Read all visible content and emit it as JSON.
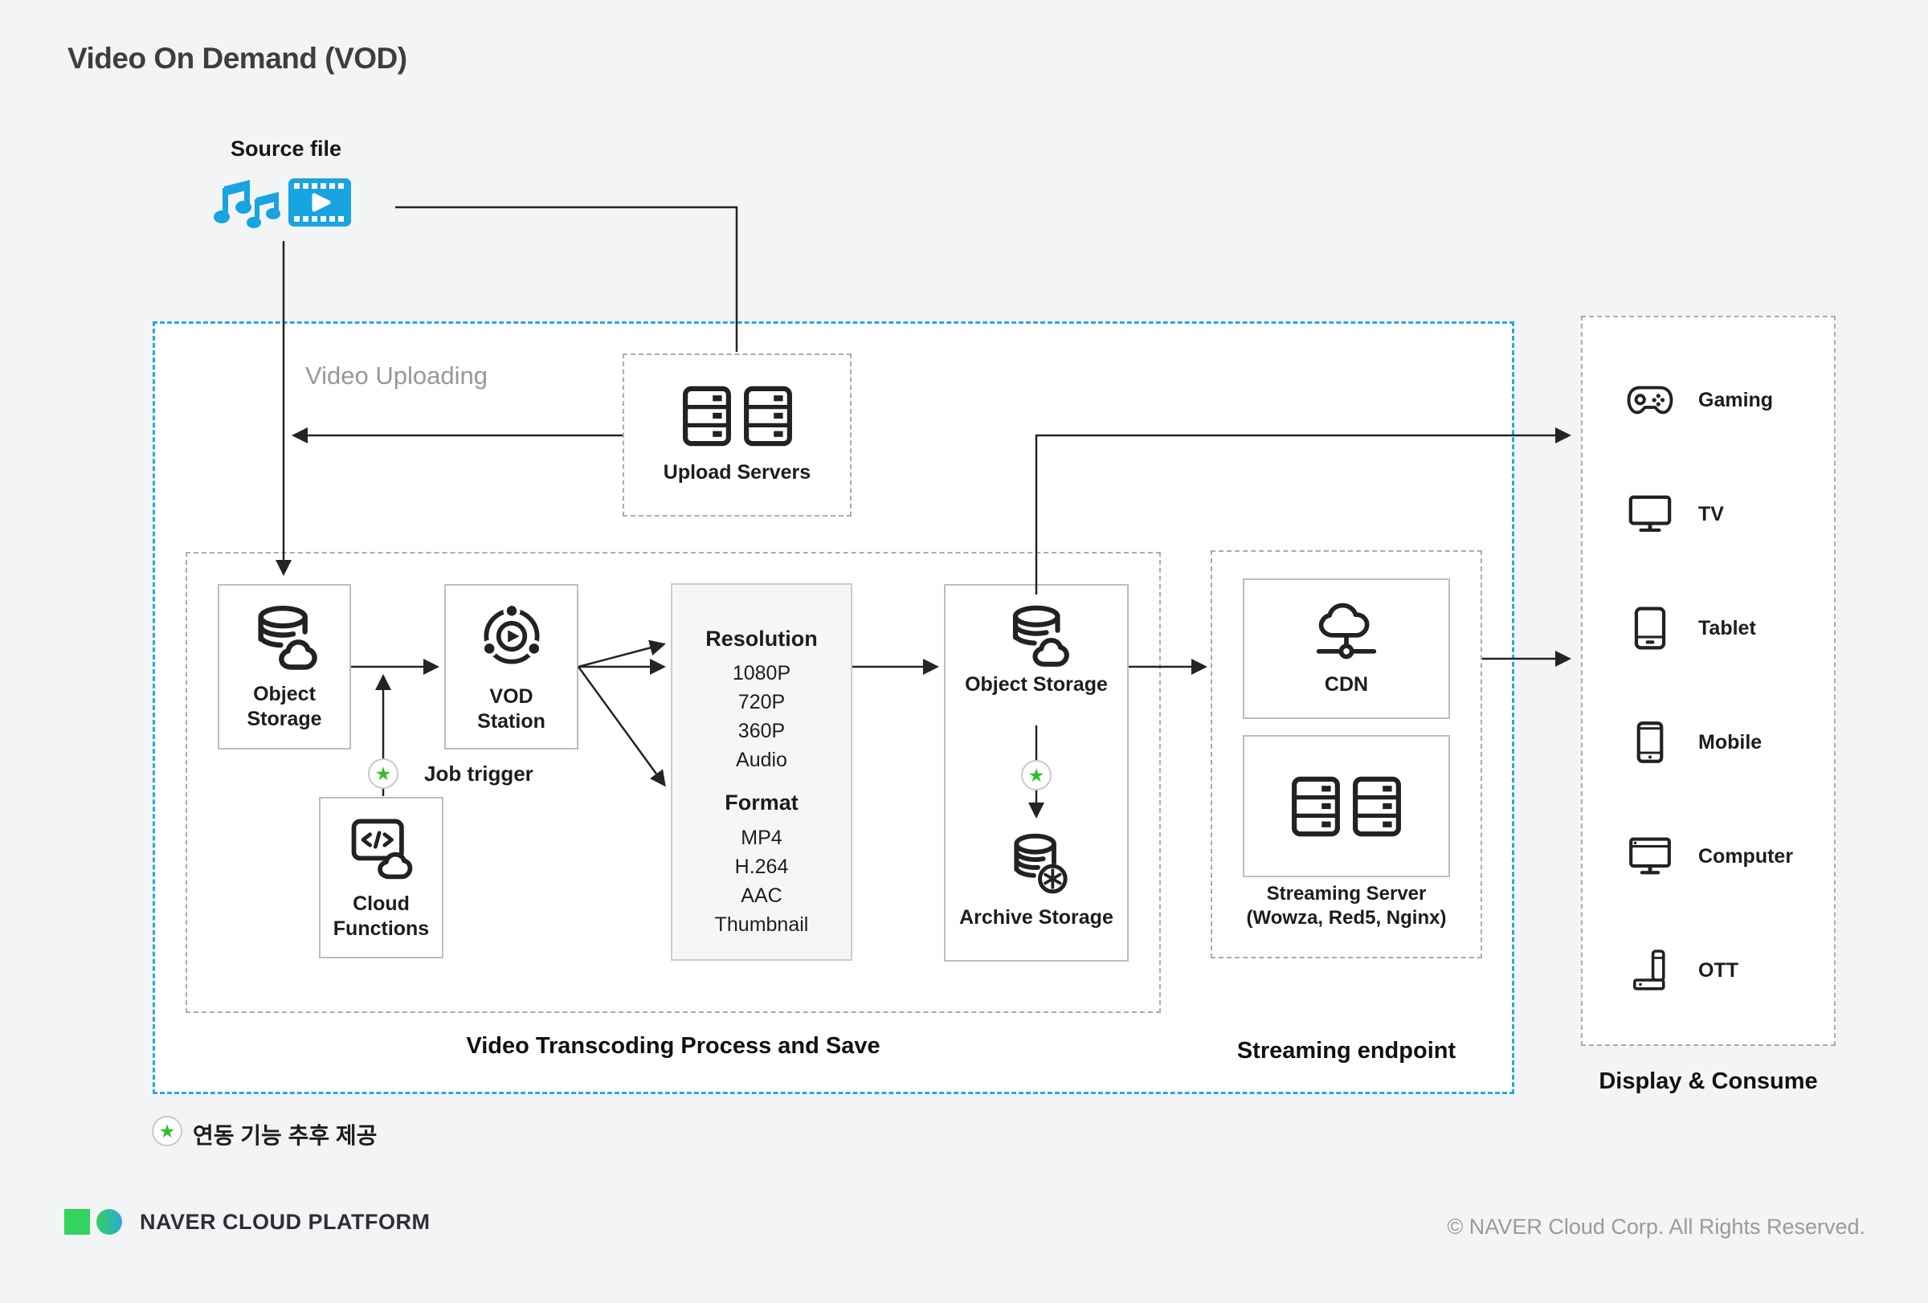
{
  "title": "Video On Demand (VOD)",
  "source": {
    "label": "Source file"
  },
  "uploading": {
    "section_label": "Video Uploading",
    "upload_servers_label": "Upload Servers"
  },
  "transcoding": {
    "section_label": "Video Transcoding Process and Save",
    "object_storage_label": "Object Storage",
    "vod_station_label": "VOD Station",
    "cloud_functions_label": "Cloud Functions",
    "job_trigger_label": "Job trigger",
    "spec": {
      "resolution_title": "Resolution",
      "resolutions": [
        "1080P",
        "720P",
        "360P",
        "Audio"
      ],
      "format_title": "Format",
      "formats": [
        "MP4",
        "H.264",
        "AAC",
        "Thumbnail"
      ]
    },
    "object_storage2_label": "Object Storage",
    "archive_storage_label": "Archive Storage"
  },
  "streaming": {
    "section_label": "Streaming endpoint",
    "cdn_label": "CDN",
    "server_label": "Streaming Server",
    "server_sublabel": "(Wowza, Red5, Nginx)"
  },
  "display": {
    "section_label": "Display & Consume",
    "devices": [
      "Gaming",
      "TV",
      "Tablet",
      "Mobile",
      "Computer",
      "OTT"
    ]
  },
  "legend": {
    "star_note": "연동 기능 추후 제공"
  },
  "footer": {
    "brand_primary": "NAVER",
    "brand_secondary": "CLOUD PLATFORM",
    "copyright": "© NAVER Cloud Corp. All Rights Reserved."
  },
  "icons": {
    "source": [
      "music-notes-icon",
      "film-icon"
    ],
    "star": "star-icon"
  },
  "colors": {
    "accent_blue_dash": "#2aa8e0",
    "source_icon_blue": "#17a4e0",
    "star_green": "#2fbe25",
    "brand_green": "#32d35f",
    "brand_teal": "#2fa9d8",
    "line_dark": "#242426"
  }
}
